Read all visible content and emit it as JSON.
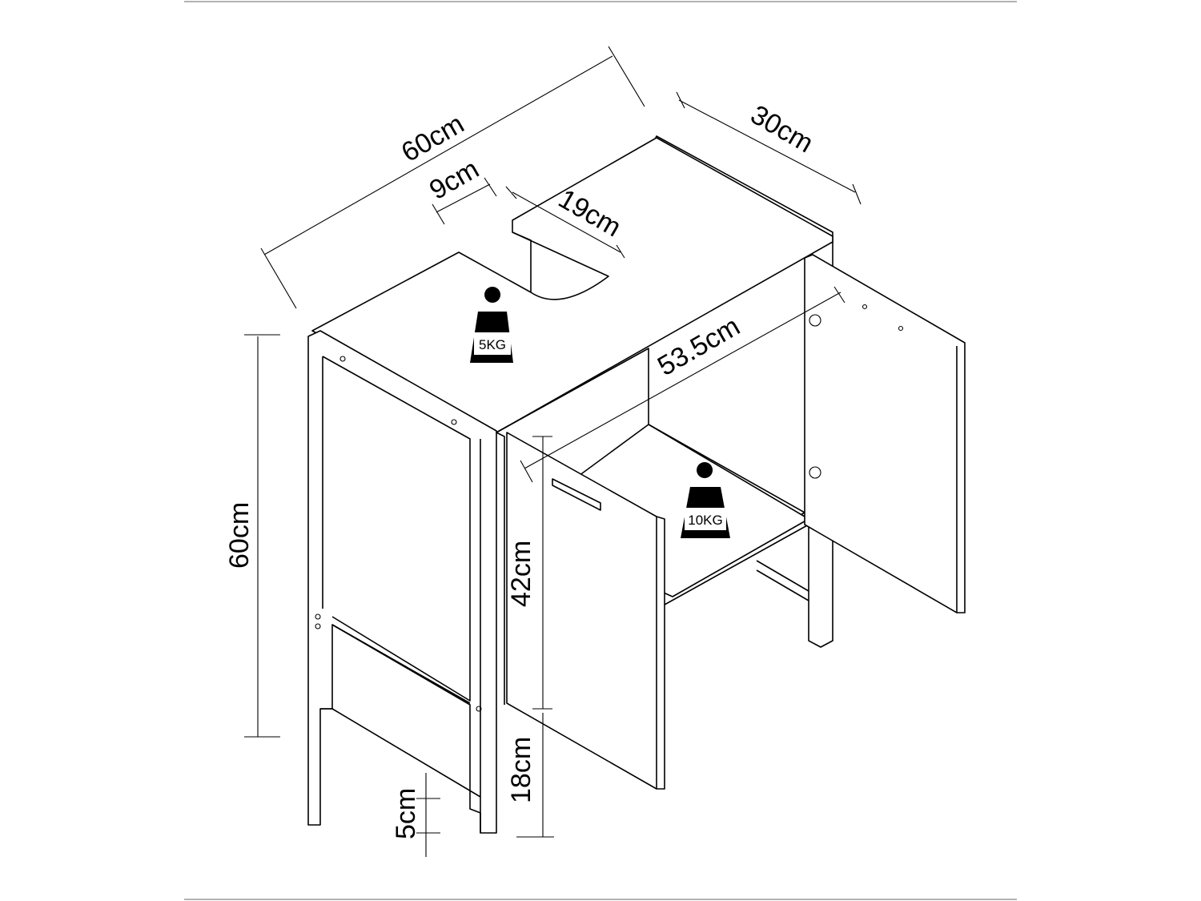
{
  "dimensions": {
    "width": "60cm",
    "depth": "30cm",
    "cutout_offset": "9cm",
    "cutout_width": "19cm",
    "inner_width": "53.5cm",
    "height": "60cm",
    "door_height": "42cm",
    "floor_clearance": "18cm",
    "leg_height": "5cm"
  },
  "loads": {
    "top": "5KG",
    "shelf": "10KG"
  },
  "icons": [
    "weight-icon"
  ],
  "colors": {
    "line": "#000000",
    "background": "#ffffff"
  }
}
